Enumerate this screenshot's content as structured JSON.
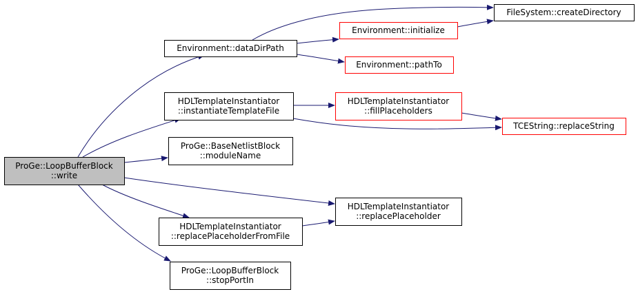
{
  "colors": {
    "edge": "#191970",
    "border_normal": "#000000",
    "border_undocumented": "#ff0000",
    "fill_root": "#bfbfbf",
    "fill_default": "#ffffff"
  },
  "nodes": {
    "write": {
      "lines": [
        "ProGe::LoopBufferBlock",
        "::write"
      ],
      "style": "root"
    },
    "dataDirPath": {
      "lines": [
        "Environment::dataDirPath"
      ],
      "style": "normal"
    },
    "createDirectory": {
      "lines": [
        "FileSystem::createDirectory"
      ],
      "style": "normal"
    },
    "initialize": {
      "lines": [
        "Environment::initialize"
      ],
      "style": "undocumented"
    },
    "pathTo": {
      "lines": [
        "Environment::pathTo"
      ],
      "style": "undocumented"
    },
    "instantiateTemplateFile": {
      "lines": [
        "HDLTemplateInstantiator",
        "::instantiateTemplateFile"
      ],
      "style": "normal"
    },
    "fillPlaceholders": {
      "lines": [
        "HDLTemplateInstantiator",
        "::fillPlaceholders"
      ],
      "style": "undocumented"
    },
    "replaceString": {
      "lines": [
        "TCEString::replaceString"
      ],
      "style": "undocumented"
    },
    "moduleName": {
      "lines": [
        "ProGe::BaseNetlistBlock",
        "::moduleName"
      ],
      "style": "normal"
    },
    "replacePlaceholder": {
      "lines": [
        "HDLTemplateInstantiator",
        "::replacePlaceholder"
      ],
      "style": "normal"
    },
    "replacePlaceholderFromFile": {
      "lines": [
        "HDLTemplateInstantiator",
        "::replacePlaceholderFromFile"
      ],
      "style": "normal"
    },
    "stopPortIn": {
      "lines": [
        "ProGe::LoopBufferBlock",
        "::stopPortIn"
      ],
      "style": "normal"
    }
  },
  "edges": [
    {
      "from": "write",
      "to": "dataDirPath"
    },
    {
      "from": "write",
      "to": "instantiateTemplateFile"
    },
    {
      "from": "write",
      "to": "moduleName"
    },
    {
      "from": "write",
      "to": "replacePlaceholder"
    },
    {
      "from": "write",
      "to": "replacePlaceholderFromFile"
    },
    {
      "from": "write",
      "to": "stopPortIn"
    },
    {
      "from": "dataDirPath",
      "to": "createDirectory"
    },
    {
      "from": "dataDirPath",
      "to": "initialize"
    },
    {
      "from": "dataDirPath",
      "to": "pathTo"
    },
    {
      "from": "initialize",
      "to": "createDirectory"
    },
    {
      "from": "instantiateTemplateFile",
      "to": "fillPlaceholders"
    },
    {
      "from": "instantiateTemplateFile",
      "to": "replaceString"
    },
    {
      "from": "fillPlaceholders",
      "to": "replaceString"
    },
    {
      "from": "replacePlaceholderFromFile",
      "to": "replacePlaceholder"
    }
  ]
}
